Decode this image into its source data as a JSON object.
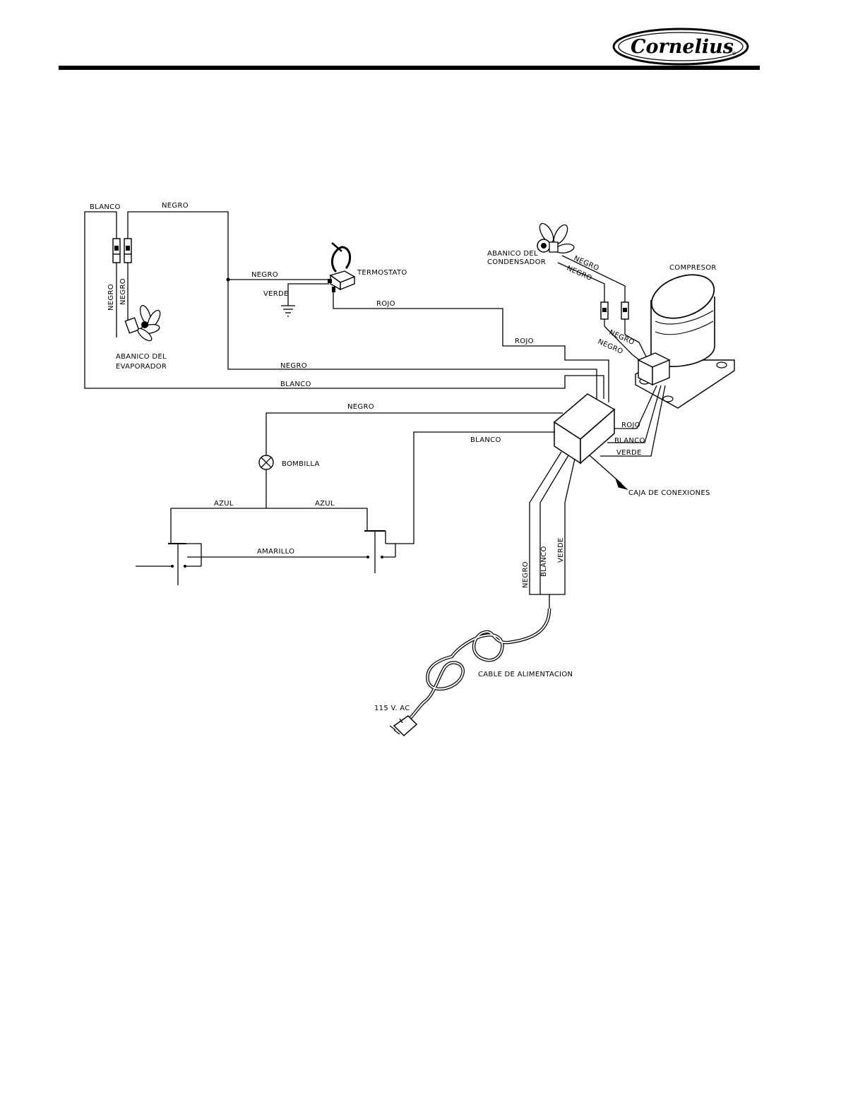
{
  "header": {
    "logo_text": "Cornelius",
    "logo_registered": "®"
  },
  "diagram": {
    "wires": {
      "evap_blanco_top": "BLANCO",
      "evap_negro_top": "NEGRO",
      "evap_negro_left": "NEGRO",
      "evap_negro_right": "NEGRO",
      "thermo_negro": "NEGRO",
      "thermo_verde": "VERDE",
      "thermo_rojo": "ROJO",
      "rojo_mid": "ROJO",
      "negro_long": "NEGRO",
      "blanco_long": "BLANCO",
      "bombilla_negro": "NEGRO",
      "blanco_switch": "BLANCO",
      "azul_left": "AZUL",
      "azul_right": "AZUL",
      "amarillo": "AMARILLO",
      "cond_negro_1": "NEGRO",
      "cond_negro_2": "NEGRO",
      "comp_negro_1": "NEGRO",
      "comp_negro_2": "NEGRO",
      "comp_rojo": "ROJO",
      "comp_blanco": "BLANCO",
      "comp_verde": "VERDE",
      "cord_negro": "NEGRO",
      "cord_blanco": "BLANCO",
      "cord_verde": "VERDE"
    },
    "components": {
      "evap_fan_line1": "ABANICO DEL",
      "evap_fan_line2": "EVAPORADOR",
      "thermostat": "TERMOSTATO",
      "cond_fan_line1": "ABANICO DEL",
      "cond_fan_line2": "CONDENSADOR",
      "compressor": "COMPRESOR",
      "bulb": "BOMBILLA",
      "junction_box": "CAJA DE CONEXIONES",
      "power_cord": "CABLE DE ALIMENTACION",
      "voltage": "115 V. AC"
    }
  }
}
